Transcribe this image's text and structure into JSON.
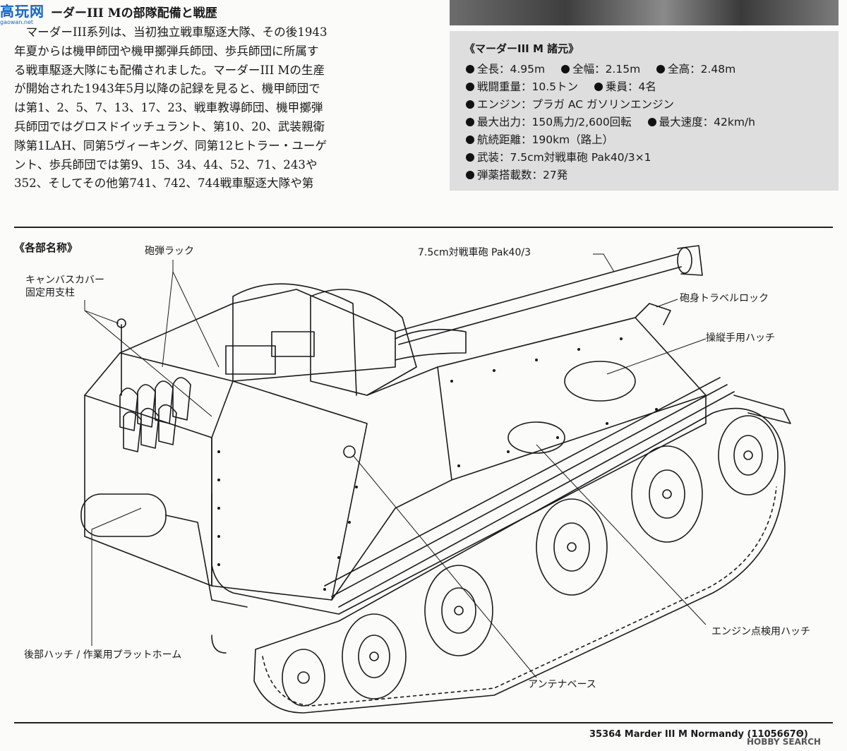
{
  "logo": {
    "chars": "高玩网",
    "domain": "gaowan.net"
  },
  "history": {
    "title": "ーダーIII Mの部隊配備と戦歴",
    "lines": [
      "マーダーIII系列は、当初独立戦車駆逐大隊、その後1943",
      "年夏からは機甲師団や機甲擲弾兵師団、歩兵師団に所属す",
      "る戦車駆逐大隊にも配備されました。マーダーIII Mの生産",
      "が開始された1943年5月以降の記録を見ると、機甲師団で",
      "は第1、2、5、7、13、17、23、戦車教導師団、機甲擲弾",
      "兵師団ではグロスドイッチュラント、第10、20、武装親衛",
      "隊第1LAH、同第5ヴィーキング、同第12ヒトラー・ユーゲ",
      "ント、歩兵師団では第9、15、34、44、52、71、243や",
      "352、そしてその他第741、742、744戦車駆逐大隊や第"
    ]
  },
  "specs": {
    "title": "《マーダーIII M 諸元》",
    "row1": [
      "全長：4.95m",
      "全幅：2.15m",
      "全高：2.48m"
    ],
    "row2": [
      "戦闘重量：10.5トン",
      "乗員：4名"
    ],
    "row3": [
      "エンジン：プラガ AC ガソリンエンジン"
    ],
    "row4": [
      "最大出力：150馬力/2,600回転",
      "最大速度：42km/h"
    ],
    "row5": [
      "航続距離：190km（路上）"
    ],
    "row6": [
      "武装：7.5cm対戦車砲 Pak40/3×1"
    ],
    "row7": [
      "弾薬搭載数：27発"
    ]
  },
  "parts": {
    "title": "《各部名称》",
    "ammo_rack": "砲弾ラック",
    "canvas_pole_1": "キャンバスカバー",
    "canvas_pole_2": "固定用支柱",
    "gun": "7.5cm対戦車砲 Pak40/3",
    "travel_lock": "砲身トラベルロック",
    "driver_hatch": "操縦手用ハッチ",
    "engine_hatch": "エンジン点検用ハッチ",
    "rear_hatch": "後部ハッチ / 作業用プラットホーム",
    "antenna_base": "アンテナベース"
  },
  "footer": {
    "text": "35364  Marder III M Normandy (1105667Θ)",
    "watermark": "HOBBY SEARCH"
  }
}
